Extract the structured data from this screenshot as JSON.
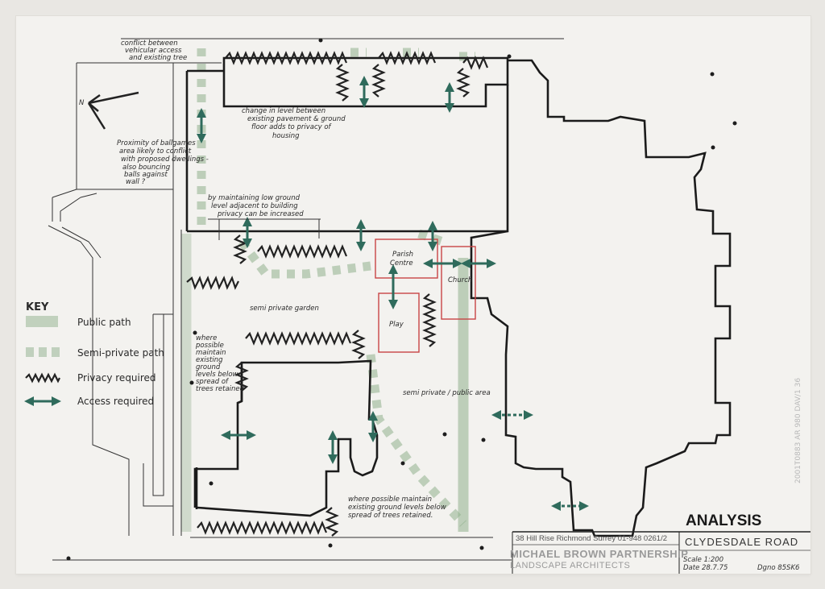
{
  "key": {
    "title": "KEY",
    "items": [
      {
        "id": "public",
        "label": "Public path"
      },
      {
        "id": "semi",
        "label": "Semi-private path"
      },
      {
        "id": "privacy",
        "label": "Privacy required"
      },
      {
        "id": "access",
        "label": "Access required"
      }
    ]
  },
  "labels": {
    "parish": "Parish",
    "centre": "Centre",
    "church": "Church",
    "play": "Play",
    "garden": "semi private garden",
    "public_area": "semi private / public area",
    "north": "N"
  },
  "notes": {
    "conflict": [
      "conflict between",
      "vehicular access",
      "and existing tree"
    ],
    "level": [
      "change in level between",
      "existing pavement & ground",
      "floor adds to privacy of",
      "housing"
    ],
    "ballgames": [
      "Proximity of ballgames",
      "area likely to conflict",
      "with proposed dwellings -",
      "also bouncing",
      "balls against",
      "wall ?"
    ],
    "maintain_low": [
      "by maintaining low ground",
      "level adjacent to building",
      "privacy can be increased"
    ],
    "where_possible": [
      "where",
      "possible",
      "maintain",
      "existing",
      "ground",
      "levels below",
      "spread of",
      "trees retained"
    ],
    "maintain_bottom": [
      "where possible maintain",
      "existing ground levels below",
      "spread of trees retained."
    ]
  },
  "title_block": {
    "address": "38 Hill Rise Richmond Surrey  01-948 0261/2",
    "firm": "MICHAEL BROWN PARTNERSHIP",
    "subtitle": "LANDSCAPE ARCHITECTS",
    "title": "ANALYSIS",
    "project": "CLYDESDALE ROAD",
    "scale": "Scale 1:200",
    "date": "Date 28.7.75",
    "drawing_no": "Dgno 85SK6"
  },
  "side_note": "2001T0883   AR 980 DAV/1 36",
  "colors": {
    "access": "#2f6b5c",
    "path": "#8fb08c",
    "boxes": "#c84545",
    "ink": "#1b1b1b"
  }
}
